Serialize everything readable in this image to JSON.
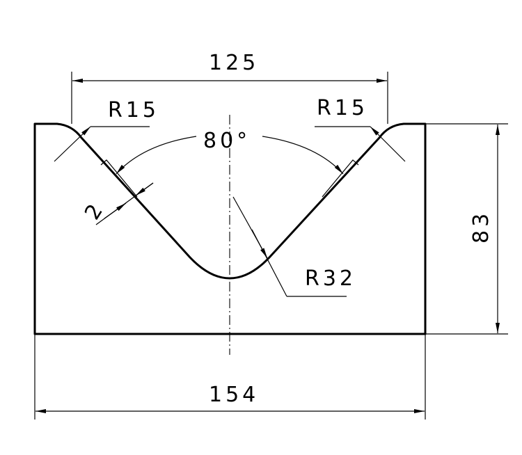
{
  "drawing": {
    "dimensions": {
      "top_width": "125",
      "left_radius": "R15",
      "right_radius": "R15",
      "angle": "80°",
      "bottom_radius": "R32",
      "depth": "2",
      "height": "83",
      "total_width": "154"
    }
  }
}
